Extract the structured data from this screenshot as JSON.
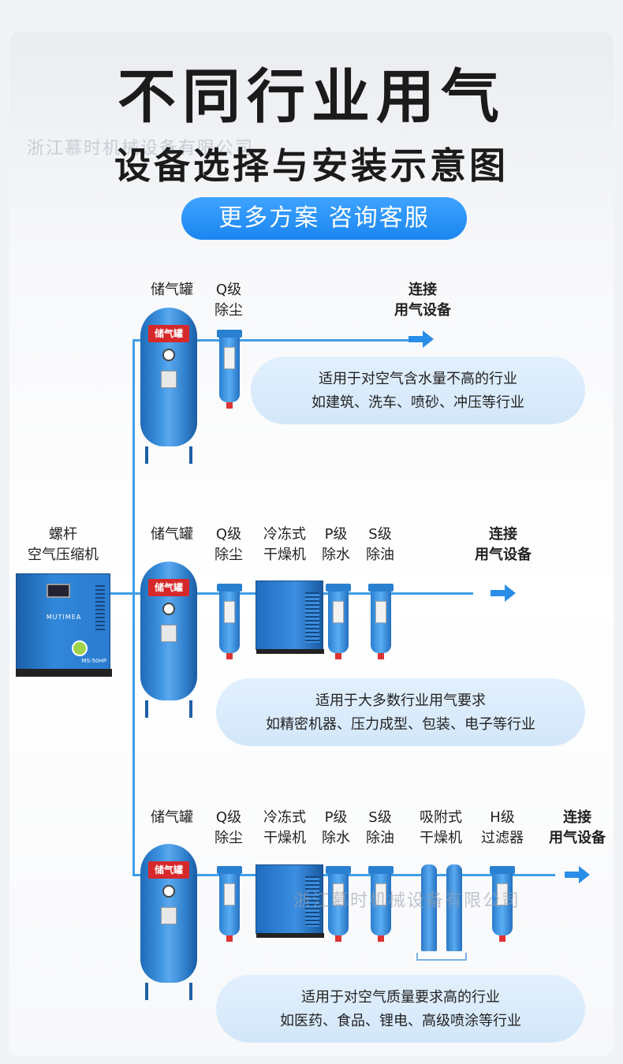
{
  "header": {
    "title_line1": "不同行业用气",
    "title_line2": "设备选择与安装示意图",
    "cta": "更多方案 咨询客服"
  },
  "watermark": {
    "text_top": "浙江慕时机械设备有限公司",
    "text_bottom": "浙江慕时机械设备有限公司"
  },
  "compressor": {
    "label": "螺杆\n空气压缩机",
    "brand": "MUTIMEA",
    "model": "MS-50HP"
  },
  "tank_tag": "储气罐",
  "connect_label": "连接\n用气设备",
  "rows": [
    {
      "components": [
        "储气罐",
        "Q级\n除尘"
      ],
      "desc_line1": "适用于对空气含水量不高的行业",
      "desc_line2": "如建筑、洗车、喷砂、冲压等行业"
    },
    {
      "components": [
        "储气罐",
        "Q级\n除尘",
        "冷冻式\n干燥机",
        "P级\n除水",
        "S级\n除油"
      ],
      "desc_line1": "适用于大多数行业用气要求",
      "desc_line2": "如精密机器、压力成型、包装、电子等行业"
    },
    {
      "components": [
        "储气罐",
        "Q级\n除尘",
        "冷冻式\n干燥机",
        "P级\n除水",
        "S级\n除油",
        "吸附式\n干燥机",
        "H级\n过滤器"
      ],
      "desc_line1": "适用于对空气质量要求高的行业",
      "desc_line2": "如医药、食品、锂电、高级喷涂等行业"
    }
  ],
  "colors": {
    "accent": "#1a86f0",
    "pipe": "#3f9ee8",
    "tag_red": "#d7282a",
    "desc_bg": "#d8eafb"
  },
  "icons": {
    "arrow": "right-arrow-icon"
  }
}
